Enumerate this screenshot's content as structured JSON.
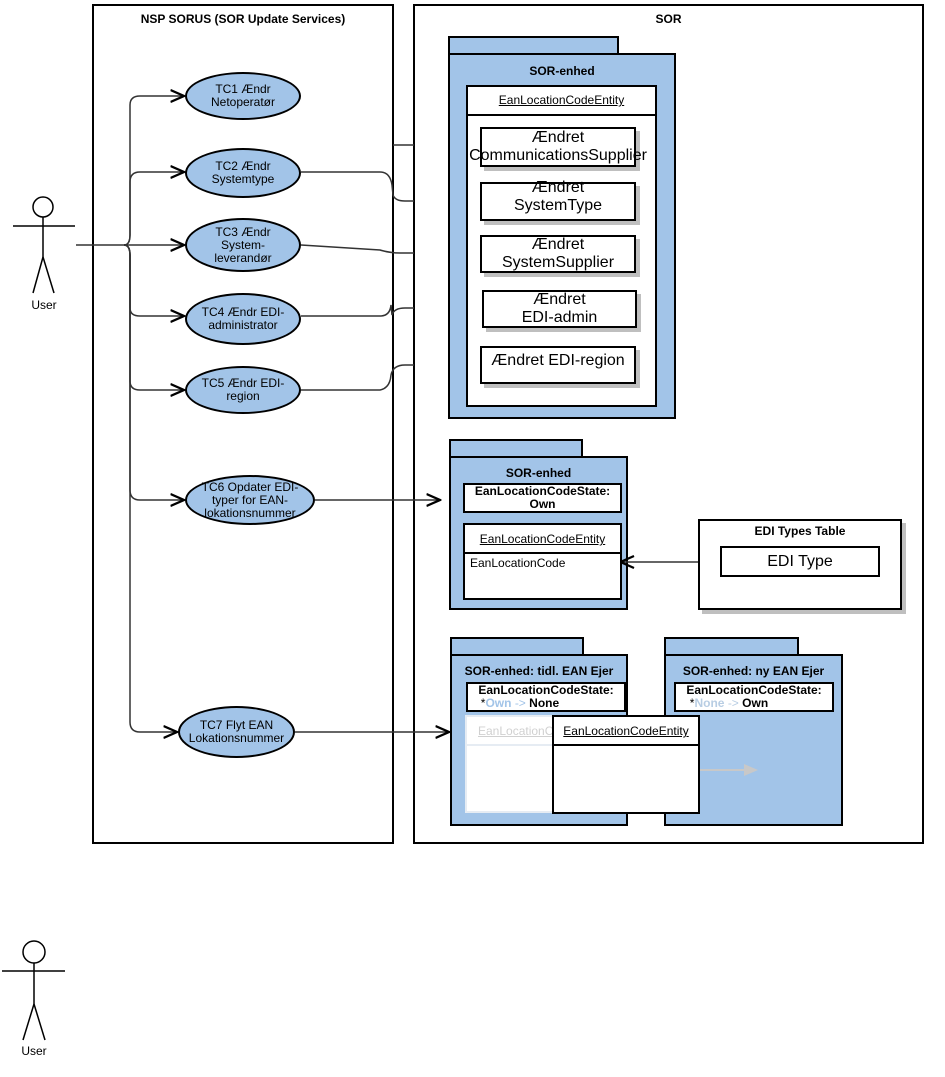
{
  "containers": {
    "left_title": "NSP SORUS (SOR Update Services)",
    "right_title": "SOR"
  },
  "actors": [
    {
      "label": "User"
    },
    {
      "label": "User"
    }
  ],
  "use_cases": [
    {
      "lines": [
        "TC1 Ændr",
        "Netoperatør"
      ]
    },
    {
      "lines": [
        "TC2 Ændr",
        "Systemtype"
      ]
    },
    {
      "lines": [
        "TC3 Ændr",
        "System-",
        "leverandør"
      ]
    },
    {
      "lines": [
        "TC4 Ændr EDI-",
        "administrator"
      ]
    },
    {
      "lines": [
        "TC5 Ændr EDI-",
        "region"
      ]
    },
    {
      "lines": [
        "TC6 Opdater EDI-",
        "typer for EAN-",
        "lokationsnummer"
      ]
    },
    {
      "lines": [
        "TC7 Flyt EAN",
        "Lokationsnummer"
      ]
    }
  ],
  "package1": {
    "title": "SOR-enhed",
    "entity": "EanLocationCodeEntity",
    "items": [
      [
        "Ændret",
        "CommunicationsSupplier"
      ],
      [
        "Ændret",
        "SystemType"
      ],
      [
        "Ændret",
        "SystemSupplier"
      ],
      [
        "Ændret",
        "EDI-admin"
      ],
      [
        "Ændret EDI-region"
      ]
    ]
  },
  "package2": {
    "title": "SOR-enhed",
    "state_label": "EanLocationCodeState:",
    "state_value": "Own",
    "entity": "EanLocationCodeEntity",
    "attribute": "EanLocationCode"
  },
  "edi_table": {
    "title": "EDI Types Table",
    "item": "EDI Type"
  },
  "package3": {
    "title": "SOR-enhed: tidl. EAN Ejer",
    "state_label": "EanLocationCodeState:",
    "state_prefix": "*",
    "state_old": "Own",
    "state_arrow": "->",
    "state_new": "None",
    "ghost_entity": "EanLocationC"
  },
  "package4": {
    "title": "SOR-enhed: ny EAN Ejer",
    "state_label": "EanLocationCodeState:",
    "state_prefix": "*",
    "state_old": "None",
    "state_arrow": "->",
    "state_new": "Own"
  },
  "moved_entity": "EanLocationCodeEntity",
  "colors": {
    "package_fill": "#a2c4e8",
    "faded_text": "#bfbfbf",
    "faded_light": "#d9e3ee"
  }
}
